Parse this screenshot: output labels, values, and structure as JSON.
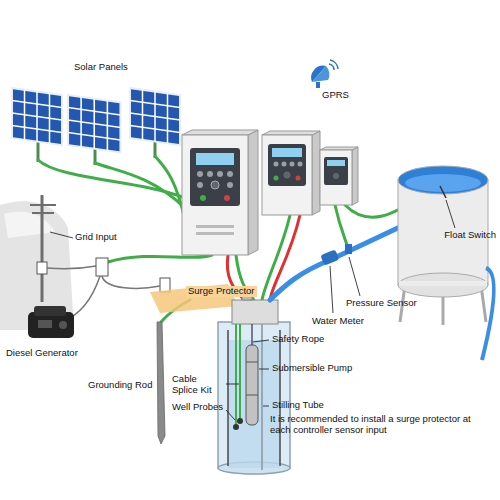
{
  "diagram": {
    "labels": [
      "Solar Panels",
      "GPRS",
      "Grid Input",
      "Diesel Generator",
      "Surge Protector",
      "Safety Rope",
      "Pressure Sensor",
      "Float Switch",
      "Water Meter",
      "Cable Splice Kit",
      "Submersible Pump",
      "Grounding Rod",
      "Well Probes",
      "Stilling Tube",
      "It is recommended to install a surge protector at each controller sensor input"
    ]
  }
}
